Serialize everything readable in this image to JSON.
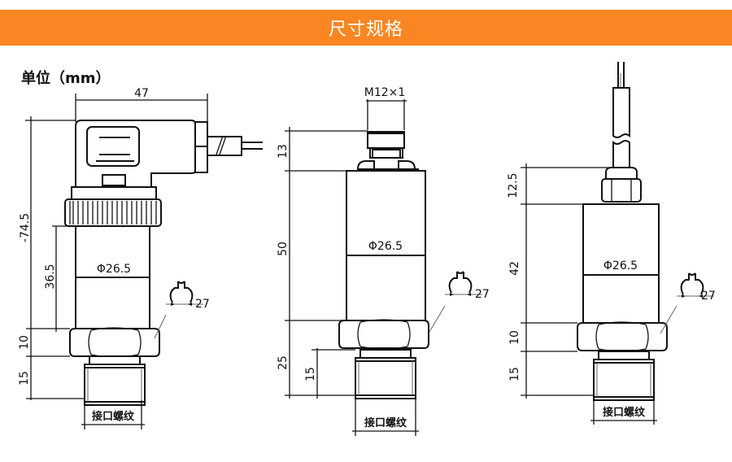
{
  "header": {
    "title": "尺寸规格",
    "accent_color": "#f98623"
  },
  "unit_label": "单位（mm）",
  "drawings": [
    {
      "name": "din-connector-type",
      "labels": {
        "width": "47",
        "total_height": "-74.5",
        "body_height": "36.5",
        "diameter": "Φ26.5",
        "wrench": "27",
        "hex_height": "10",
        "thread_length": "15",
        "thread": "接口螺纹"
      }
    },
    {
      "name": "m12-connector-type",
      "labels": {
        "connector": "M12×1",
        "connector_height": "13",
        "body_height": "50",
        "diameter": "Φ26.5",
        "wrench": "27",
        "lower_height": "25",
        "thread_length": "15",
        "thread": "接口螺纹"
      }
    },
    {
      "name": "cable-outlet-type",
      "labels": {
        "gland_height": "12.5",
        "body_height": "42",
        "diameter": "Φ26.5",
        "wrench": "27",
        "hex_height": "10",
        "thread_length": "15",
        "thread": "接口螺纹"
      }
    }
  ]
}
